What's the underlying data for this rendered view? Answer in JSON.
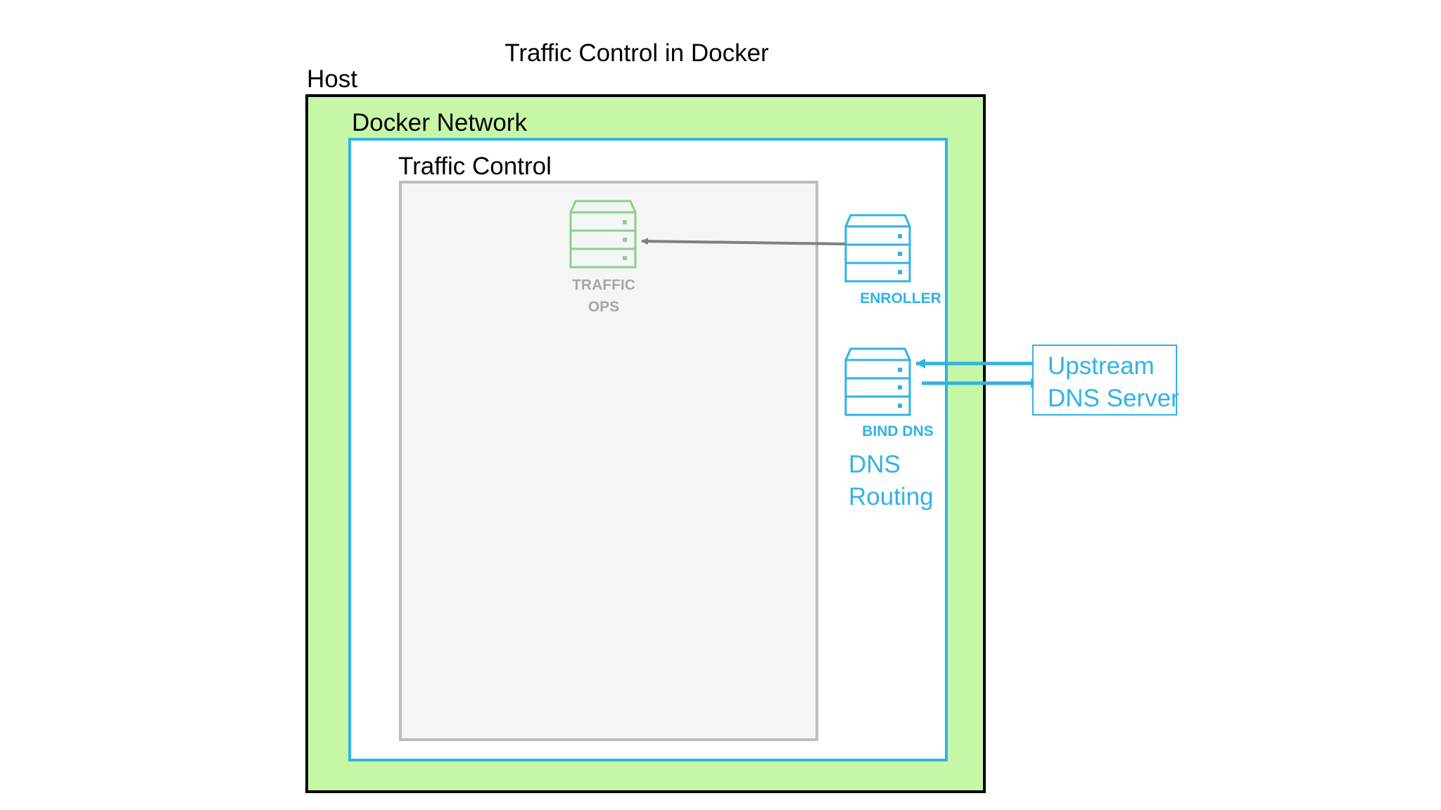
{
  "title": "Traffic Control in Docker",
  "labels": {
    "host": "Host",
    "docker_network": "Docker Network",
    "traffic_control": "Traffic Control"
  },
  "servers": {
    "traffic_ops": {
      "line1": "TRAFFIC",
      "line2": "OPS",
      "icon": "server-icon",
      "color": "#8ccf8c"
    },
    "enroller": {
      "label": "ENROLLER",
      "icon": "server-icon",
      "color": "#31b3e4"
    },
    "bind_dns": {
      "label": "BIND DNS",
      "icon": "server-icon",
      "color": "#31b3e4"
    }
  },
  "dns_routing": {
    "line1": "DNS",
    "line2": "Routing"
  },
  "upstream": {
    "line1": "Upstream",
    "line2": "DNS Server"
  },
  "colors": {
    "host_fill": "#c6f7a6",
    "network_border": "#31b3e4",
    "tc_fill": "#f5f5f5",
    "tc_border": "#bdbdbd",
    "arrow_grey": "#808080",
    "accent_blue": "#31b3e4"
  }
}
